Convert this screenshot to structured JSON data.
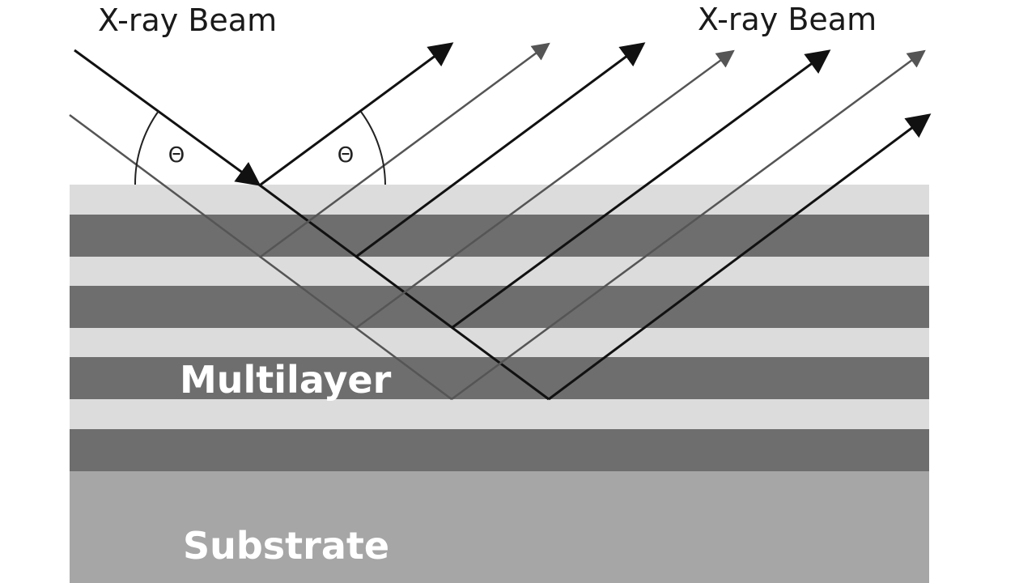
{
  "labels": {
    "incident_beam": "X-ray Beam",
    "reflected_beam": "X-ray Beam",
    "multilayer": "Multilayer",
    "substrate": "Substrate",
    "angle_symbol": "Θ"
  },
  "colors": {
    "background": "#ffffff",
    "light_layer": "#dcdcdc",
    "dark_layer": "#6e6e6e",
    "substrate": "#a6a6a6",
    "beam_dark": "#111111",
    "beam_gray": "#555555"
  }
}
